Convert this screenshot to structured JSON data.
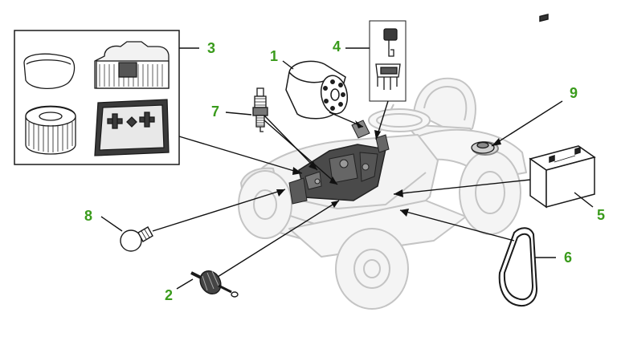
{
  "colors": {
    "callout_text": "#3a9b1c",
    "leader_line": "#111111",
    "part_stroke": "#1a1a1a",
    "tractor_stroke": "#c4c4c4",
    "tractor_fill": "#f1f1f1",
    "engine_fill": "#3a3a3a"
  },
  "callouts": [
    {
      "number": "1",
      "part": "oil-filter"
    },
    {
      "number": "2",
      "part": "fuel-filter"
    },
    {
      "number": "3",
      "part": "air-filter-set"
    },
    {
      "number": "4",
      "part": "ignition-key"
    },
    {
      "number": "5",
      "part": "battery"
    },
    {
      "number": "6",
      "part": "drive-belt"
    },
    {
      "number": "7",
      "part": "spark-plug"
    },
    {
      "number": "8",
      "part": "light-bulb"
    },
    {
      "number": "9",
      "part": "fuel-cap"
    }
  ]
}
